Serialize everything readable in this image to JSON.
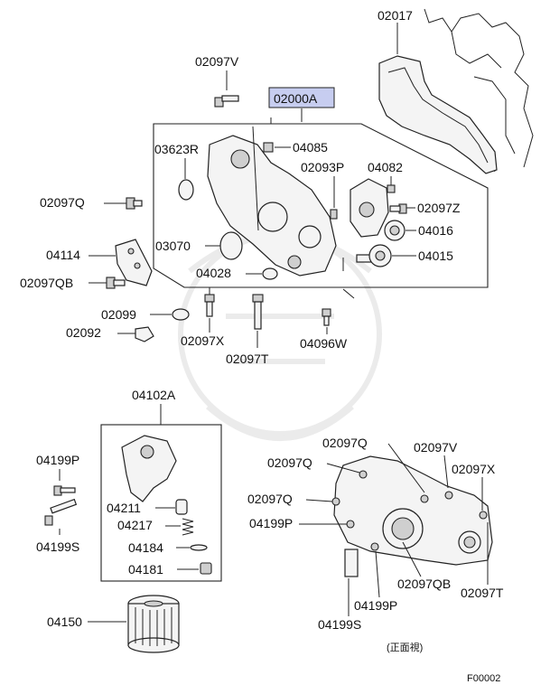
{
  "diagram": {
    "highlighted_part": "02000A",
    "labels": {
      "p02017": "02017",
      "p02097V_top": "02097V",
      "p02000A": "02000A",
      "p03623R": "03623R",
      "p04085": "04085",
      "p02093P": "02093P",
      "p04082": "04082",
      "p02097Q_left": "02097Q",
      "p02097Z": "02097Z",
      "p04016": "04016",
      "p04114": "04114",
      "p03070": "03070",
      "p04015": "04015",
      "p02097QB_left": "02097QB",
      "p04028": "04028",
      "p02099": "02099",
      "p02092": "02092",
      "p02097X_top": "02097X",
      "p02097T_top": "02097T",
      "p04096W": "04096W",
      "p04102A": "04102A",
      "p04199P_left": "04199P",
      "p04199S_left": "04199S",
      "p04211": "04211",
      "p04217": "04217",
      "p04184": "04184",
      "p04181": "04181",
      "p04150": "04150",
      "p02097Q_b1": "02097Q",
      "p02097V_b": "02097V",
      "p02097Q_b2": "02097Q",
      "p02097X_b": "02097X",
      "p02097Q_b3": "02097Q",
      "p04199P_b1": "04199P",
      "p02097QB_b": "02097QB",
      "p04199P_b2": "04199P",
      "p02097T_b": "02097T",
      "p04199S_b": "04199S",
      "front_view": "(正面視)",
      "figure_code": "F00002"
    }
  }
}
